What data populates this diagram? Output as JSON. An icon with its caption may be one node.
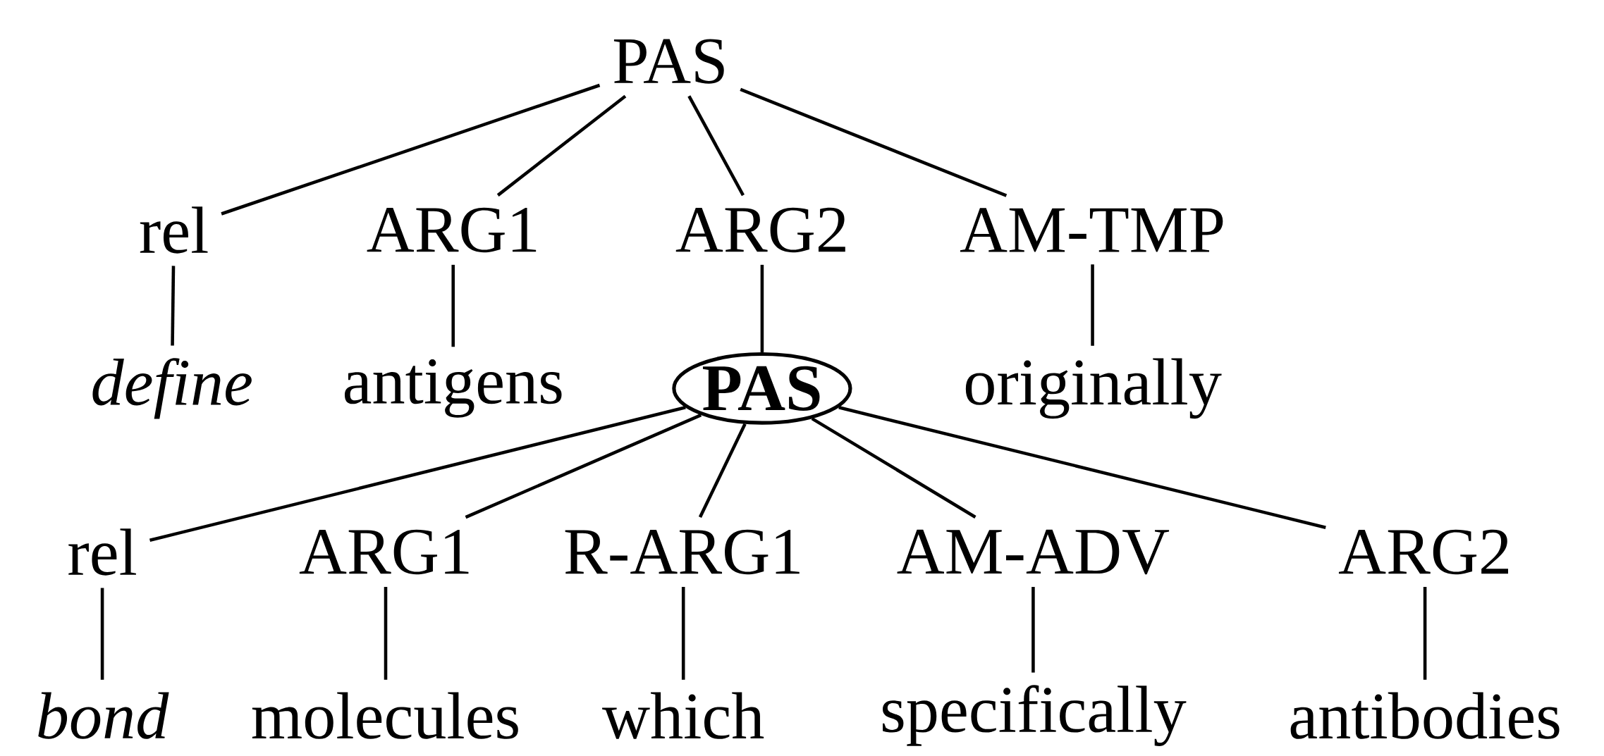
{
  "diagram": {
    "nodes": [
      {
        "text": [
          "PAS"
        ]
      },
      {
        "text": [
          "rel"
        ]
      },
      {
        "text": [
          "ARG1"
        ]
      },
      {
        "text": [
          "ARG2"
        ]
      },
      {
        "text": [
          "AM-TMP"
        ]
      },
      {
        "text": [
          "define"
        ]
      },
      {
        "text": [
          "antigens"
        ]
      },
      {
        "text": [
          "PAS"
        ]
      },
      {
        "text": [
          "originally"
        ]
      },
      {
        "text": [
          "rel"
        ]
      },
      {
        "text": [
          "ARG1"
        ]
      },
      {
        "text": [
          "R-ARG1"
        ]
      },
      {
        "text": [
          "AM-ADV"
        ]
      },
      {
        "text": [
          "ARG2"
        ]
      },
      {
        "text": [
          "bond"
        ]
      },
      {
        "text": [
          "molecules"
        ]
      },
      {
        "text": [
          "which"
        ]
      },
      {
        "text": [
          "specifically"
        ]
      },
      {
        "text": [
          "antibodies"
        ]
      }
    ],
    "edges": [
      {
        "from": 0,
        "to": 1,
        "arrow": "none"
      },
      {
        "from": 0,
        "to": 2,
        "arrow": "none"
      },
      {
        "from": 0,
        "to": 3,
        "arrow": "none"
      },
      {
        "from": 0,
        "to": 4,
        "arrow": "none"
      },
      {
        "from": 1,
        "to": 5,
        "arrow": "none"
      },
      {
        "from": 2,
        "to": 6,
        "arrow": "none"
      },
      {
        "from": 3,
        "to": 7,
        "arrow": "none"
      },
      {
        "from": 4,
        "to": 8,
        "arrow": "none"
      },
      {
        "from": 7,
        "to": 9,
        "arrow": "none"
      },
      {
        "from": 7,
        "to": 10,
        "arrow": "none"
      },
      {
        "from": 7,
        "to": 11,
        "arrow": "none"
      },
      {
        "from": 7,
        "to": 12,
        "arrow": "none"
      },
      {
        "from": 7,
        "to": 13,
        "arrow": "none"
      },
      {
        "from": 9,
        "to": 14,
        "arrow": "none"
      },
      {
        "from": 10,
        "to": 15,
        "arrow": "none"
      },
      {
        "from": 11,
        "to": 16,
        "arrow": "none"
      },
      {
        "from": 12,
        "to": 17,
        "arrow": "none"
      },
      {
        "from": 13,
        "to": 18,
        "arrow": "none"
      }
    ]
  }
}
